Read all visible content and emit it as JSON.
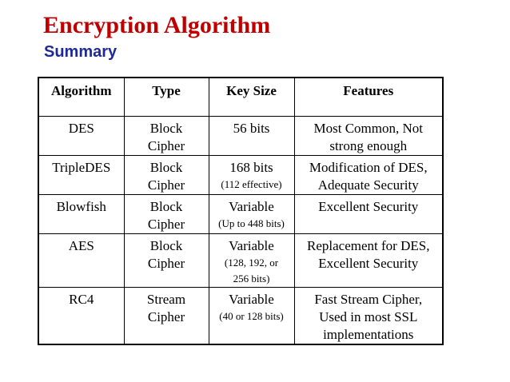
{
  "slide": {
    "title": "Encryption Algorithm",
    "subtitle": "Summary",
    "title_color": "#c00000",
    "subtitle_color": "#1f2a96"
  },
  "table": {
    "headers": [
      "Algorithm",
      "Type",
      "Key Size",
      "Features"
    ],
    "rows": [
      {
        "algorithm": "DES",
        "type": [
          "Block",
          "Cipher"
        ],
        "key_size": "56 bits",
        "key_note": [
          "",
          ""
        ],
        "features": [
          "Most Common, Not",
          "strong enough",
          ""
        ]
      },
      {
        "algorithm": "TripleDES",
        "type": [
          "Block",
          "Cipher"
        ],
        "key_size": "168 bits",
        "key_note": [
          "(112 effective)",
          ""
        ],
        "features": [
          "Modification of DES,",
          "Adequate Security",
          ""
        ]
      },
      {
        "algorithm": "Blowfish",
        "type": [
          "Block",
          "Cipher"
        ],
        "key_size": "Variable",
        "key_note": [
          "(Up to 448 bits)",
          ""
        ],
        "features": [
          "Excellent Security",
          "",
          ""
        ]
      },
      {
        "algorithm": "AES",
        "type": [
          "Block",
          "Cipher"
        ],
        "key_size": "Variable",
        "key_note": [
          "(128, 192, or",
          "256 bits)"
        ],
        "features": [
          "Replacement for DES,",
          "Excellent Security",
          ""
        ]
      },
      {
        "algorithm": "RC4",
        "type": [
          "Stream",
          "Cipher"
        ],
        "key_size": "Variable",
        "key_note": [
          "(40 or 128 bits)",
          ""
        ],
        "features": [
          "Fast Stream Cipher,",
          "Used in most SSL",
          "implementations"
        ]
      }
    ]
  }
}
